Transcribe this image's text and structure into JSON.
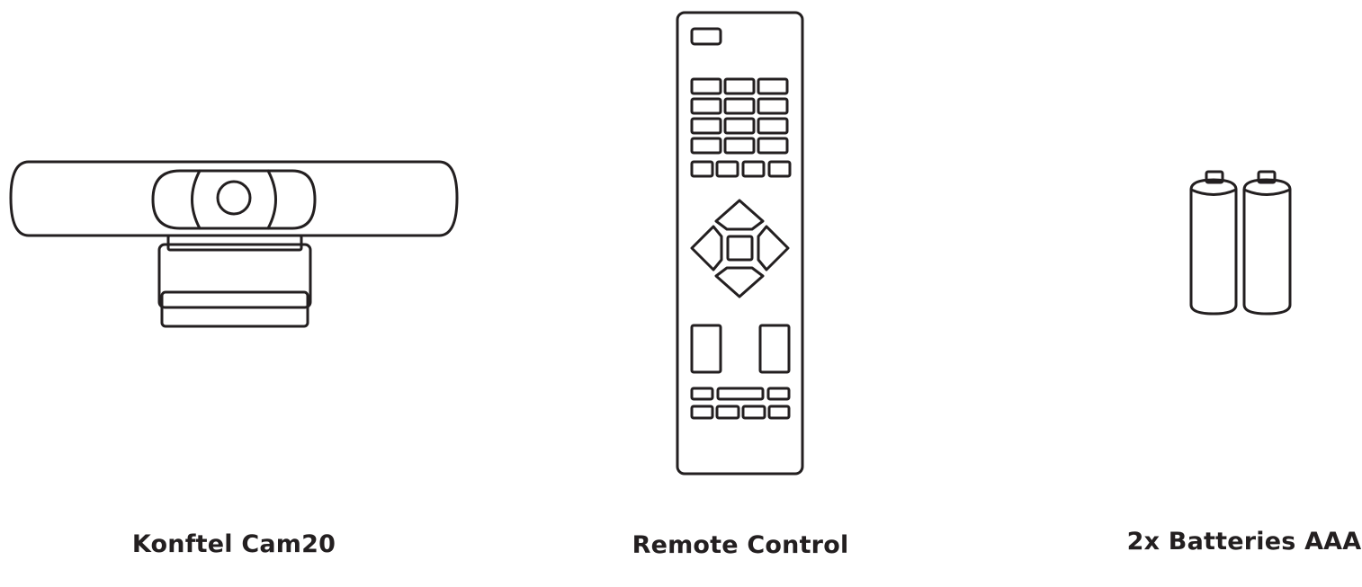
{
  "items": [
    {
      "label": "Konftel Cam20",
      "icon": "camera-icon"
    },
    {
      "label": "Remote Control",
      "icon": "remote-control-icon"
    },
    {
      "label": "2x Batteries AAA",
      "icon": "batteries-icon"
    }
  ],
  "colors": {
    "line": "#231f20",
    "background": "#ffffff"
  }
}
